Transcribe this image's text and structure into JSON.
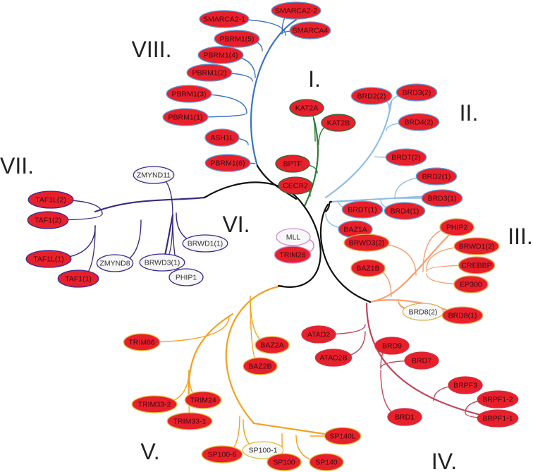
{
  "diagram": {
    "type": "bromodomain phylogenetic tree",
    "fill_colors": {
      "filled": "#e8202c",
      "empty": "#f7f7f7",
      "backbone": "#111111"
    },
    "clades": [
      {
        "id": "viii",
        "numeral": "VIII.",
        "color": "#3a72c4",
        "border": "#5a9ad8",
        "nodes": [
          {
            "label": "SMARCA2-1",
            "filled": true
          },
          {
            "label": "SMARCA2-2",
            "filled": true
          },
          {
            "label": "SMARCA4",
            "filled": true
          },
          {
            "label": "PBRM1(5)",
            "filled": true
          },
          {
            "label": "PBRM1(4)",
            "filled": true
          },
          {
            "label": "PBRM1(2)",
            "filled": true
          },
          {
            "label": "PBRM1(3)",
            "filled": true
          },
          {
            "label": "PBRM1(1)",
            "filled": true
          },
          {
            "label": "ASH1L",
            "filled": true
          },
          {
            "label": "PBRM1(6)",
            "filled": true
          }
        ]
      },
      {
        "id": "i",
        "numeral": "I.",
        "color": "#2e7d3a",
        "border": "#2e6b34",
        "nodes": [
          {
            "label": "KAT2A",
            "filled": true
          },
          {
            "label": "KAT2B",
            "filled": true
          },
          {
            "label": "BPTF",
            "filled": true
          },
          {
            "label": "CECR2",
            "filled": true
          }
        ]
      },
      {
        "id": "ii",
        "numeral": "II.",
        "color": "#8fbde8",
        "border": "#5aa8e0",
        "nodes": [
          {
            "label": "BRD2(2)",
            "filled": true
          },
          {
            "label": "BRD3(2)",
            "filled": true
          },
          {
            "label": "BRD4(2)",
            "filled": true
          },
          {
            "label": "BRDT(2)",
            "filled": true
          },
          {
            "label": "BRD2(1)",
            "filled": true
          },
          {
            "label": "BRD3(1)",
            "filled": true
          },
          {
            "label": "BRD4(1)",
            "filled": true
          },
          {
            "label": "BRDT(1)",
            "filled": true
          },
          {
            "label": "BAZ1A",
            "filled": true
          }
        ]
      },
      {
        "id": "iii",
        "numeral": "III.",
        "color": "#f5a070",
        "border": "#e0b050",
        "nodes": [
          {
            "label": "PHIP2",
            "filled": true
          },
          {
            "label": "BRWD3(2)",
            "filled": true
          },
          {
            "label": "BRWD1(2)",
            "filled": true
          },
          {
            "label": "CREBBP",
            "filled": true
          },
          {
            "label": "EP300",
            "filled": true
          },
          {
            "label": "BAZ1B",
            "filled": true
          },
          {
            "label": "BRD8(2)",
            "filled": false
          },
          {
            "label": "BRD8(1)",
            "filled": true
          }
        ]
      },
      {
        "id": "iv",
        "numeral": "IV.",
        "color": "#c0455a",
        "border": "#d03040",
        "nodes": [
          {
            "label": "ATAD2",
            "filled": true
          },
          {
            "label": "ATAD2B",
            "filled": true
          },
          {
            "label": "BRD9",
            "filled": true
          },
          {
            "label": "BRD7",
            "filled": true
          },
          {
            "label": "BRPF3",
            "filled": true
          },
          {
            "label": "BRPF1-2",
            "filled": true
          },
          {
            "label": "BRPF1-1",
            "filled": true
          },
          {
            "label": "BRD1",
            "filled": true
          }
        ]
      },
      {
        "id": "v",
        "numeral": "V.",
        "color": "#f5a020",
        "border": "#e0c040",
        "nodes": [
          {
            "label": "TRIM66",
            "filled": true
          },
          {
            "label": "BAZ2A",
            "filled": true
          },
          {
            "label": "BAZ2B",
            "filled": true
          },
          {
            "label": "TRIM33-2",
            "filled": true
          },
          {
            "label": "TRIM24",
            "filled": true
          },
          {
            "label": "TRIM33-1",
            "filled": true
          },
          {
            "label": "SP140L",
            "filled": true
          },
          {
            "label": "SP100-6",
            "filled": true
          },
          {
            "label": "SP100-1",
            "filled": false
          },
          {
            "label": "SP100",
            "filled": true
          },
          {
            "label": "SP140",
            "filled": true
          }
        ]
      },
      {
        "id": "vi",
        "numeral": "VI.",
        "color": "#d080d0",
        "border": "#d090d0",
        "nodes": [
          {
            "label": "MLL",
            "filled": false
          },
          {
            "label": "TRIM28",
            "filled": true
          }
        ]
      },
      {
        "id": "vii",
        "numeral": "VII.",
        "color": "#3a2a80",
        "border": "#3a2a90",
        "nodes": [
          {
            "label": "ZMYND11",
            "filled": false
          },
          {
            "label": "TAF1L(2)",
            "filled": true
          },
          {
            "label": "TAF1(2)",
            "filled": true
          },
          {
            "label": "TAF1L(1)",
            "filled": true
          },
          {
            "label": "TAF1(1)",
            "filled": true
          },
          {
            "label": "ZMYND8",
            "filled": false
          },
          {
            "label": "BRWD3(1)",
            "filled": false
          },
          {
            "label": "PHIP1",
            "filled": false
          },
          {
            "label": "BRWD1(1)",
            "filled": false
          }
        ]
      }
    ]
  }
}
